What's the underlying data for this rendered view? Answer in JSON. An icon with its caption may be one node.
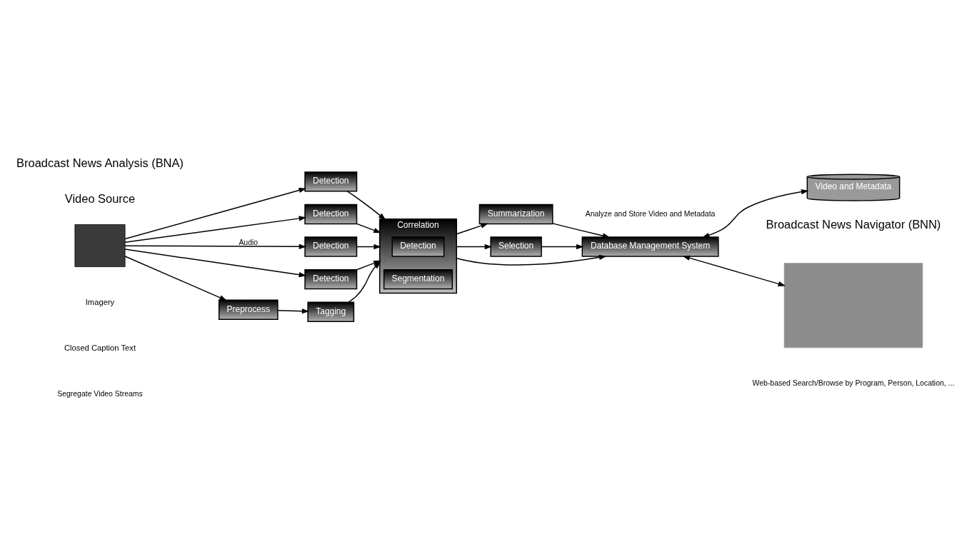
{
  "diagram": {
    "nodes": [
      {
        "text": [],
        "shape": "box"
      },
      {
        "text": [
          "Detection"
        ]
      },
      {
        "text": [
          "Detection"
        ]
      },
      {
        "text": [
          "Detection"
        ]
      },
      {
        "text": [
          "Detection"
        ]
      },
      {
        "text": [
          "Preprocess"
        ]
      },
      {
        "text": [
          "Correlation"
        ]
      },
      {
        "text": [
          "Detection"
        ],
        "in": 6
      },
      {
        "text": [
          "Segmentation"
        ],
        "in": 6
      },
      {
        "text": [
          "Tagging"
        ]
      },
      {
        "text": [
          "Summarization"
        ]
      },
      {
        "text": [
          "Selection"
        ]
      },
      {
        "text": [
          "Database Management System"
        ]
      },
      {
        "text": [
          "Video and Metadata"
        ]
      },
      {
        "text": [],
        "shape": "box"
      }
    ],
    "edges": [
      {
        "from": 0,
        "to": 1,
        "arrow": "to"
      },
      {
        "from": 0,
        "to": 2,
        "arrow": "to"
      },
      {
        "from": 0,
        "to": 3,
        "arrow": "to",
        "label": "Audio"
      },
      {
        "from": 0,
        "to": 4,
        "arrow": "to"
      },
      {
        "from": 0,
        "to": 5,
        "arrow": "to"
      },
      {
        "from": 1,
        "to": 6,
        "arrow": "to"
      },
      {
        "from": 2,
        "to": 6,
        "arrow": "to"
      },
      {
        "from": 3,
        "to": 6,
        "arrow": "to"
      },
      {
        "from": 4,
        "to": 6,
        "arrow": "to"
      },
      {
        "from": 5,
        "to": 9,
        "arrow": "to"
      },
      {
        "from": 9,
        "to": 6,
        "arrow": "to"
      },
      {
        "from": 6,
        "to": 10,
        "arrow": "to"
      },
      {
        "from": 6,
        "to": 11,
        "arrow": "to"
      },
      {
        "from": 6,
        "to": 12,
        "arrow": "to"
      },
      {
        "from": 10,
        "to": 12,
        "arrow": "to"
      },
      {
        "from": 11,
        "to": 12,
        "arrow": "to"
      },
      {
        "from": 12,
        "to": 13,
        "arrow": "both"
      },
      {
        "from": 12,
        "to": 14,
        "arrow": "both"
      }
    ],
    "labels": [
      "Video Source",
      "Broadcast News Analysis (BNA)",
      "Broadcast News Navigator (BNN)",
      "Imagery",
      "Closed Caption Text",
      "Segregate Video Streams",
      "Analyze and Store Video and Metadata",
      "Web-based Search/Browse by Program, Person, Location, ..."
    ]
  }
}
